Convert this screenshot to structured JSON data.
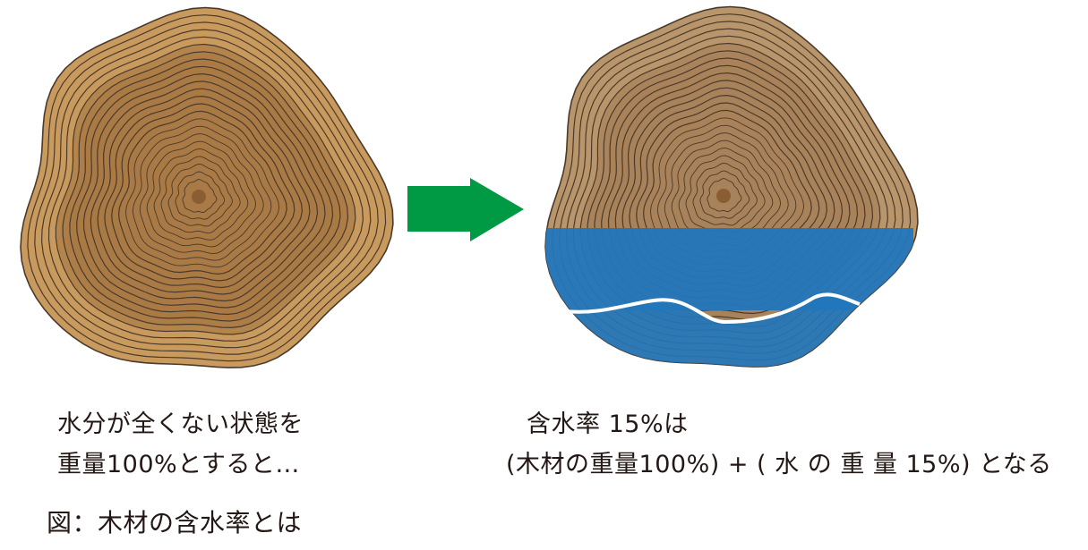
{
  "left": {
    "caption_line1": "水分が全くない状態を",
    "caption_line2": "重量100%とすると…"
  },
  "right": {
    "caption_line1": "含水率 15%は",
    "caption_line2": "(木材の重量100%) + ( 水 の 重 量 15%) となる"
  },
  "figure_title": "図：木材の含水率とは",
  "icons": {
    "arrow": "right-arrow-icon"
  },
  "colors": {
    "dry_wood_outer": "#c99a5e",
    "dry_wood_inner": "#a97a45",
    "wet_wood": "#b8956a",
    "ring_line": "#4b3a2b",
    "water": "#2276bb",
    "arrow": "#009944",
    "text": "#231815"
  }
}
